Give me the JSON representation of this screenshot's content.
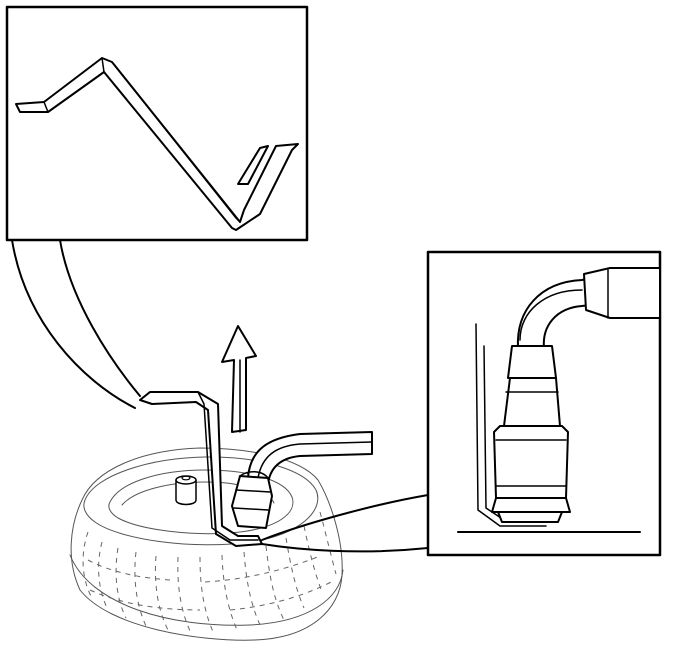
{
  "diagram": {
    "kind": "technical line illustration",
    "colors": {
      "line": "#000000",
      "fine_line": "#555555",
      "background": "#ffffff"
    },
    "parts": {
      "detail_top": "bracket-detail-inset",
      "detail_right": "connector-detail-inset",
      "main": "housing-with-bracket-and-connector",
      "arrow": "up-arrow-icon"
    }
  }
}
